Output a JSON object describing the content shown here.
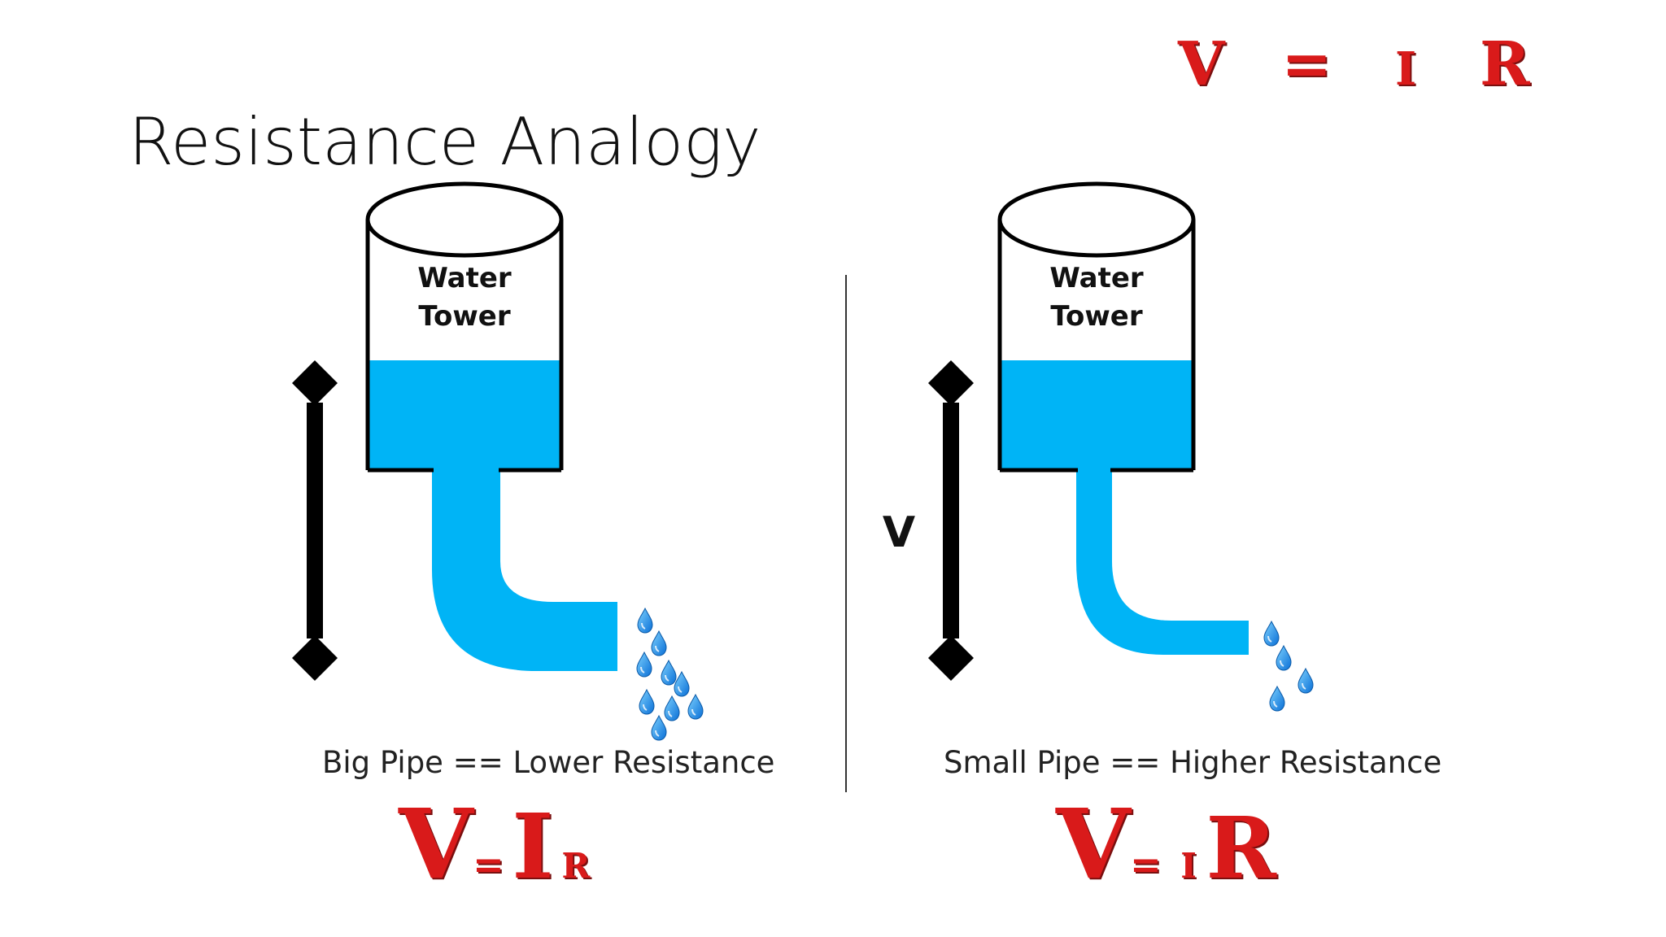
{
  "slide": {
    "title": "Resistance Analogy",
    "top_equation": {
      "v": "V",
      "eq": "=",
      "i": "I",
      "r": "R"
    },
    "left_panel": {
      "tower_label_line1": "Water",
      "tower_label_line2": "Tower",
      "caption": "Big Pipe == Lower Resistance",
      "equation": {
        "v": "V",
        "eq": "=",
        "i": "I",
        "r": "R"
      }
    },
    "right_panel": {
      "tower_label_line1": "Water",
      "tower_label_line2": "Tower",
      "voltage_label": "V",
      "caption": "Small Pipe == Higher Resistance",
      "equation": {
        "v": "V",
        "eq": "=",
        "i": "I",
        "r": "R"
      }
    },
    "colors": {
      "water": "#00b4f6",
      "equation_red": "#d91a1a",
      "outline": "#000000"
    },
    "icons": [
      "water-drop-icon",
      "double-arrow-icon"
    ]
  }
}
